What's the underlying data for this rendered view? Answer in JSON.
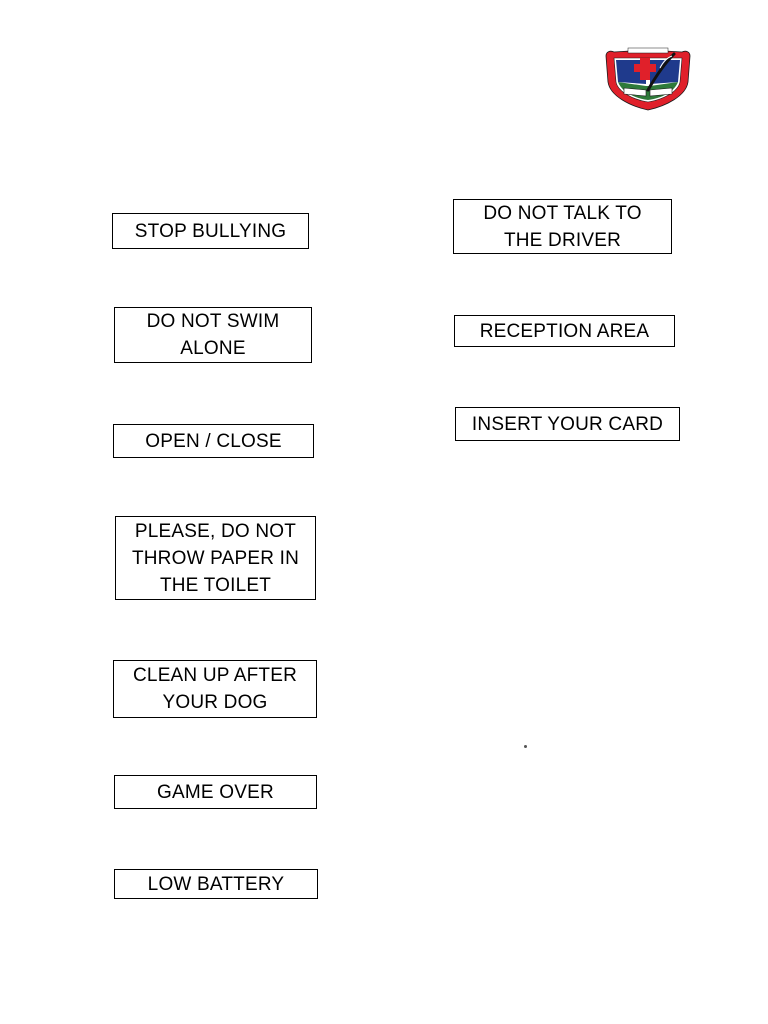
{
  "signs": {
    "stop_bullying": "STOP BULLYING",
    "swim_alone": "DO NOT SWIM\nALONE",
    "open_close": "OPEN / CLOSE",
    "toilet": "PLEASE, DO NOT\nTHROW PAPER IN\nTHE TOILET",
    "dog": "CLEAN UP AFTER\nYOUR DOG",
    "game_over": "GAME OVER",
    "low_battery": "LOW BATTERY",
    "driver": "DO NOT TALK TO\nTHE DRIVER",
    "reception": "RECEPTION AREA",
    "card": "INSERT YOUR CARD"
  },
  "logo": {
    "icon": "school-crest-icon",
    "colors": {
      "shield_red": "#e0202a",
      "shield_blue": "#1f3a8c",
      "cross_red": "#e0202a",
      "field_green": "#2f7a3a",
      "outline": "#1a1a1a"
    }
  }
}
